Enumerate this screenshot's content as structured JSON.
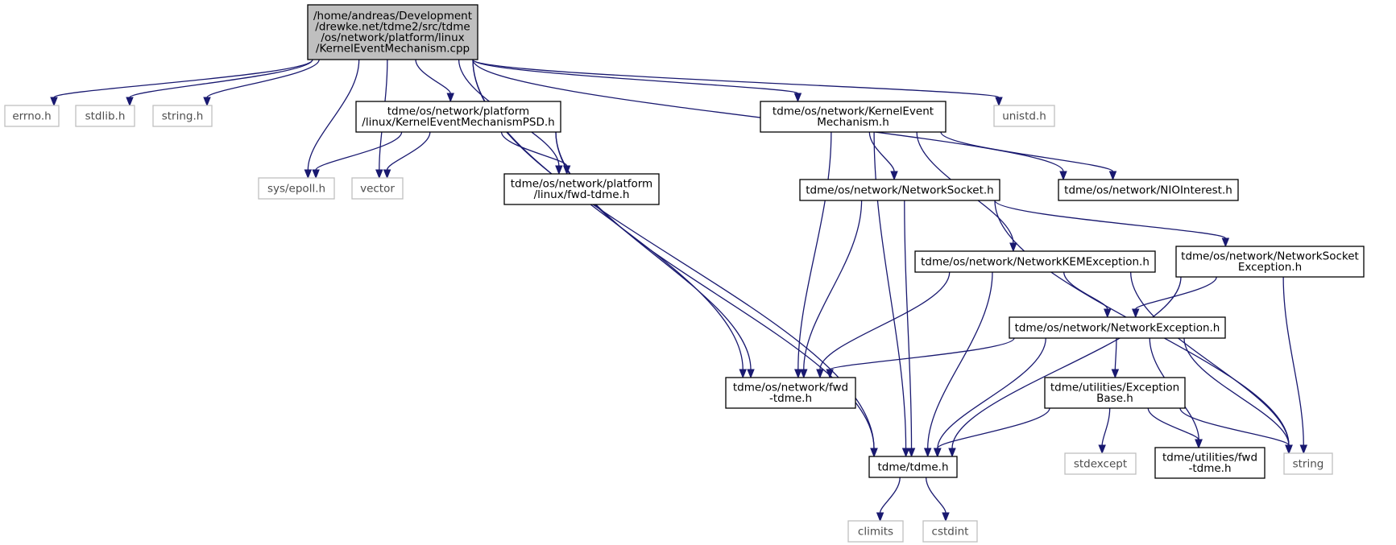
{
  "graph": {
    "nodes": [
      {
        "id": "root",
        "lines": [
          "/home/andreas/Development",
          "/drewke.net/tdme2/src/tdme",
          "/os/network/platform/linux",
          "/KernelEventMechanism.cpp"
        ],
        "style": "root"
      },
      {
        "id": "errno",
        "lines": [
          "errno.h"
        ],
        "style": "external"
      },
      {
        "id": "stdlib",
        "lines": [
          "stdlib.h"
        ],
        "style": "external"
      },
      {
        "id": "string_h",
        "lines": [
          "string.h"
        ],
        "style": "external"
      },
      {
        "id": "kemPSD",
        "lines": [
          "tdme/os/network/platform",
          "/linux/KernelEventMechanismPSD.h"
        ],
        "style": "local"
      },
      {
        "id": "kem",
        "lines": [
          "tdme/os/network/KernelEvent",
          "Mechanism.h"
        ],
        "style": "local"
      },
      {
        "id": "unistd",
        "lines": [
          "unistd.h"
        ],
        "style": "external"
      },
      {
        "id": "epoll",
        "lines": [
          "sys/epoll.h"
        ],
        "style": "external"
      },
      {
        "id": "vector",
        "lines": [
          "vector"
        ],
        "style": "external"
      },
      {
        "id": "platfwd",
        "lines": [
          "tdme/os/network/platform",
          "/linux/fwd-tdme.h"
        ],
        "style": "local"
      },
      {
        "id": "netsock",
        "lines": [
          "tdme/os/network/NetworkSocket.h"
        ],
        "style": "local"
      },
      {
        "id": "nio",
        "lines": [
          "tdme/os/network/NIOInterest.h"
        ],
        "style": "local"
      },
      {
        "id": "kemexc",
        "lines": [
          "tdme/os/network/NetworkKEMException.h"
        ],
        "style": "local"
      },
      {
        "id": "sockexc",
        "lines": [
          "tdme/os/network/NetworkSocket",
          "Exception.h"
        ],
        "style": "local"
      },
      {
        "id": "netexc",
        "lines": [
          "tdme/os/network/NetworkException.h"
        ],
        "style": "local"
      },
      {
        "id": "netfwd",
        "lines": [
          "tdme/os/network/fwd",
          "-tdme.h"
        ],
        "style": "local"
      },
      {
        "id": "excbase",
        "lines": [
          "tdme/utilities/Exception",
          "Base.h"
        ],
        "style": "local"
      },
      {
        "id": "tdme",
        "lines": [
          "tdme/tdme.h"
        ],
        "style": "local"
      },
      {
        "id": "stdexcept",
        "lines": [
          "stdexcept"
        ],
        "style": "external"
      },
      {
        "id": "utilfwd",
        "lines": [
          "tdme/utilities/fwd",
          "-tdme.h"
        ],
        "style": "local"
      },
      {
        "id": "string",
        "lines": [
          "string"
        ],
        "style": "external"
      },
      {
        "id": "climits",
        "lines": [
          "climits"
        ],
        "style": "external"
      },
      {
        "id": "cstdint",
        "lines": [
          "cstdint"
        ],
        "style": "external"
      }
    ],
    "edges": [
      [
        "root",
        "errno"
      ],
      [
        "root",
        "stdlib"
      ],
      [
        "root",
        "string_h"
      ],
      [
        "root",
        "kemPSD"
      ],
      [
        "root",
        "epoll"
      ],
      [
        "root",
        "vector"
      ],
      [
        "root",
        "platfwd"
      ],
      [
        "root",
        "kem"
      ],
      [
        "root",
        "netfwd"
      ],
      [
        "root",
        "nio"
      ],
      [
        "root",
        "unistd"
      ],
      [
        "root",
        "tdme"
      ],
      [
        "kemPSD",
        "epoll"
      ],
      [
        "kemPSD",
        "vector"
      ],
      [
        "kemPSD",
        "platfwd"
      ],
      [
        "kemPSD",
        "netfwd"
      ],
      [
        "kemPSD",
        "tdme"
      ],
      [
        "kem",
        "netsock"
      ],
      [
        "kem",
        "nio"
      ],
      [
        "kem",
        "kemexc"
      ],
      [
        "kem",
        "netfwd"
      ],
      [
        "kem",
        "tdme"
      ],
      [
        "netsock",
        "sockexc"
      ],
      [
        "netsock",
        "netfwd"
      ],
      [
        "netsock",
        "tdme"
      ],
      [
        "netsock",
        "string"
      ],
      [
        "kemexc",
        "netexc"
      ],
      [
        "kemexc",
        "netfwd"
      ],
      [
        "kemexc",
        "tdme"
      ],
      [
        "kemexc",
        "string"
      ],
      [
        "sockexc",
        "netexc"
      ],
      [
        "sockexc",
        "tdme"
      ],
      [
        "sockexc",
        "string"
      ],
      [
        "netexc",
        "netfwd"
      ],
      [
        "netexc",
        "excbase"
      ],
      [
        "netexc",
        "tdme"
      ],
      [
        "netexc",
        "utilfwd"
      ],
      [
        "netexc",
        "string"
      ],
      [
        "excbase",
        "tdme"
      ],
      [
        "excbase",
        "stdexcept"
      ],
      [
        "excbase",
        "utilfwd"
      ],
      [
        "excbase",
        "string"
      ],
      [
        "tdme",
        "climits"
      ],
      [
        "tdme",
        "cstdint"
      ]
    ]
  }
}
